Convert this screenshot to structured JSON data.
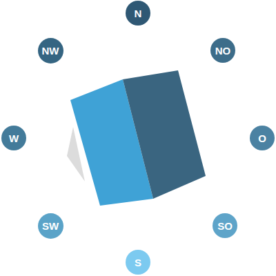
{
  "diagram": {
    "nodes": [
      {
        "text": [
          "N"
        ]
      },
      {
        "text": [
          "NO"
        ]
      },
      {
        "text": [
          "O"
        ]
      },
      {
        "text": [
          "SO"
        ]
      },
      {
        "text": [
          "S"
        ]
      },
      {
        "text": [
          "SW"
        ]
      },
      {
        "text": [
          "W"
        ]
      },
      {
        "text": [
          "NW"
        ]
      }
    ]
  }
}
